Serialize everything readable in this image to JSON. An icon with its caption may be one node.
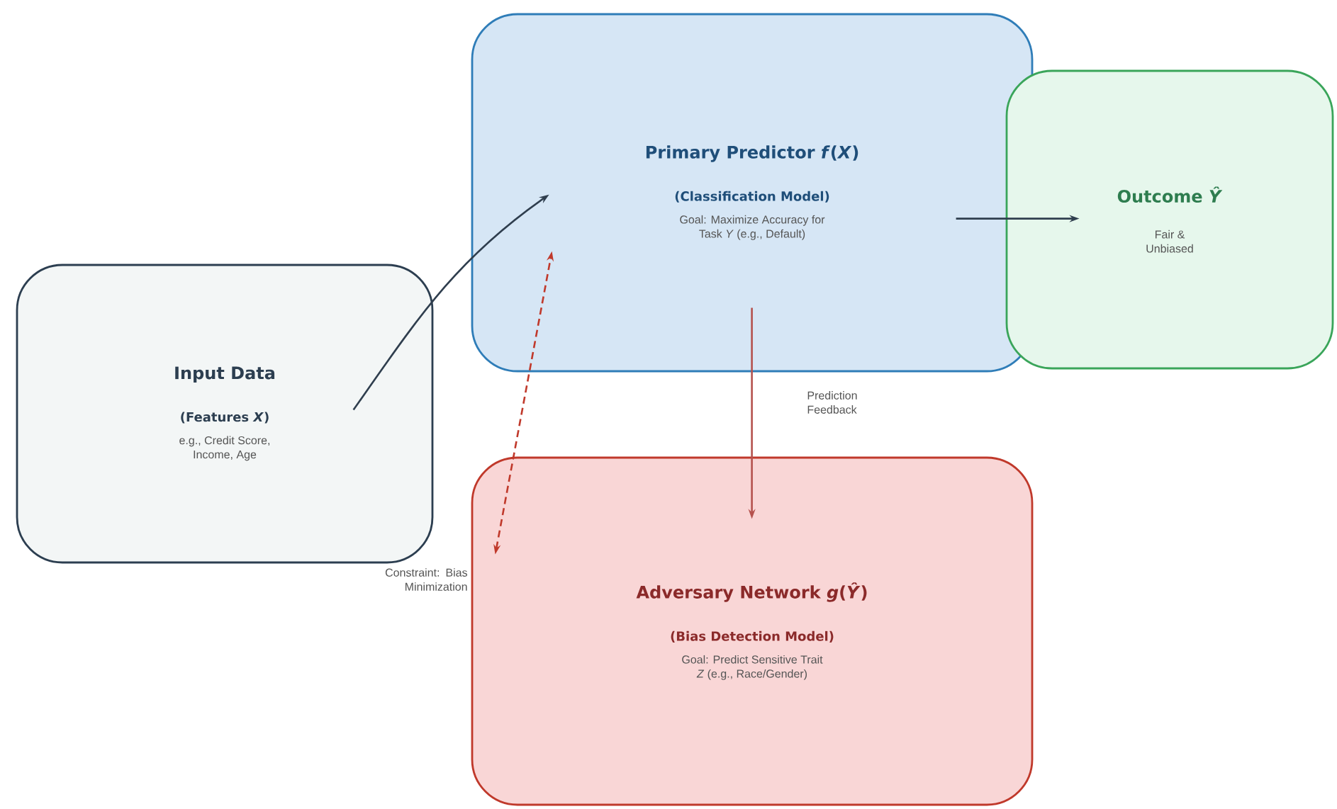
{
  "diagram": {
    "nodes": [
      {
        "text": [
          "Input Data",
          "(Features *X*)",
          "e.g., Credit Score, Income, Age"
        ]
      },
      {
        "text": [
          "Primary Predictor *f*(*X*)",
          "(Classification Model)",
          "Goal: Maximize Accuracy for Task *Y* (e.g., Default)"
        ]
      },
      {
        "text": [
          "Outcome *Ŷ*",
          "Fair & Unbiased"
        ]
      },
      {
        "text": [
          "Adversary Network *g*(*Ŷ*)",
          "(Bias Detection Model)",
          "Goal: Predict Sensitive Trait *Z* (e.g., Race/Gender)"
        ]
      }
    ],
    "edges": [
      {
        "from": 0,
        "to": 1,
        "arrow": "to"
      },
      {
        "from": 1,
        "to": 2,
        "arrow": "to"
      },
      {
        "from": 1,
        "to": 3,
        "arrow": "to",
        "label": "Prediction Feedback",
        "color": "#b5524e"
      },
      {
        "from": 3,
        "to": 1,
        "arrow": "both",
        "label": "Constraint: Bias Minimization",
        "style": "dashed",
        "color": "#c0392b"
      }
    ]
  }
}
